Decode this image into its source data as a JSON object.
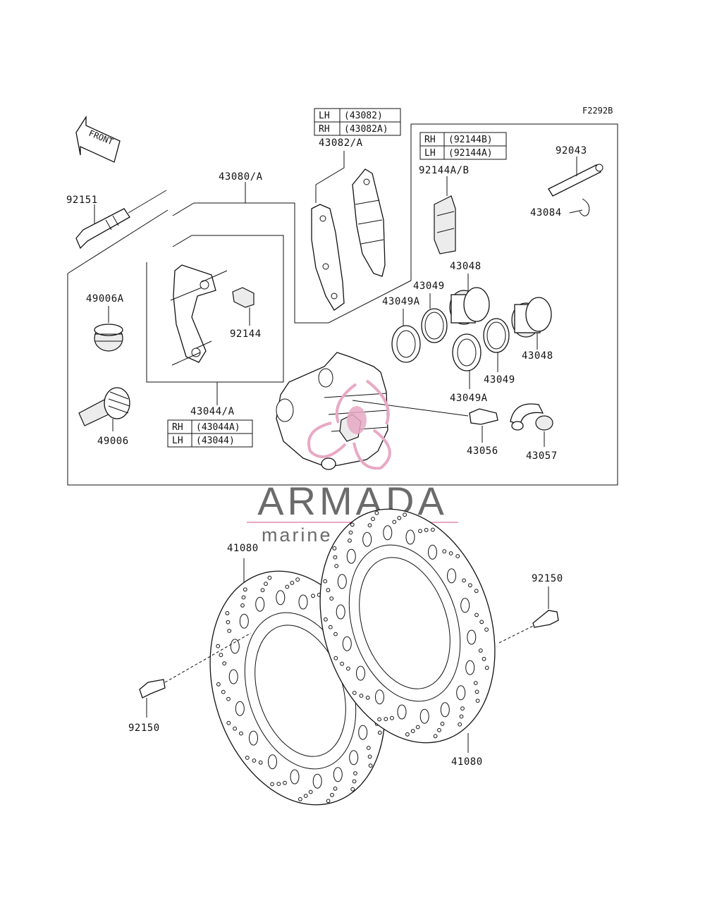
{
  "figure_code": "F2292B",
  "front_label": "FRONT",
  "watermark": {
    "name": "ARMADA",
    "tagline": "marine outboards",
    "name_color": "#6b6b6b",
    "accent_color": "#e8a9c4"
  },
  "tables": {
    "pads": [
      {
        "side": "LH",
        "part": "(43082)"
      },
      {
        "side": "RH",
        "part": "(43082A)"
      }
    ],
    "shims": [
      {
        "side": "RH",
        "part": "(92144B)"
      },
      {
        "side": "LH",
        "part": "(92144A)"
      }
    ],
    "holder": [
      {
        "side": "RH",
        "part": "(43044A)"
      },
      {
        "side": "LH",
        "part": "(43044)"
      }
    ]
  },
  "labels": {
    "pad_set": "43082/A",
    "shim": "92144A/B",
    "pin": "92043",
    "clip": "43084",
    "caliper_assy": "43080/A",
    "bolt_top": "92151",
    "boot_a": "49006A",
    "boot": "49006",
    "spring": "92144",
    "holder": "43044/A",
    "piston_upper": "43048",
    "seal_upper": "43049",
    "seal_a_upper": "43049A",
    "piston_lower": "43048",
    "seal_lower": "43049",
    "seal_a_lower": "43049A",
    "bleeder": "43056",
    "cap": "43057",
    "disc_left": "41080",
    "disc_right": "41080",
    "bolt_left": "92150",
    "bolt_right": "92150"
  }
}
